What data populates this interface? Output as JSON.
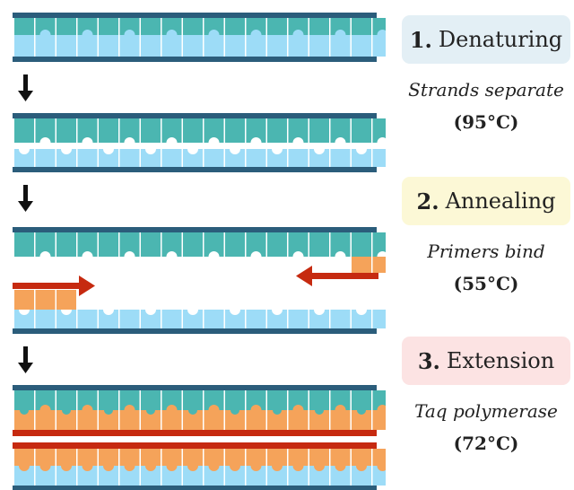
{
  "steps": [
    {
      "number": "1.",
      "name": "Denaturing",
      "description": "Strands separate",
      "temperature": "(95°C)",
      "color": "#e3eff5"
    },
    {
      "number": "2.",
      "name": "Annealing",
      "description": "Primers bind",
      "temperature": "(55°C)",
      "color": "#fcf8d6"
    },
    {
      "number": "3.",
      "name": "Extension",
      "description": "Taq polymerase",
      "temperature": "(72°C)",
      "color": "#fce3e3"
    }
  ],
  "colors": {
    "backbone": "#2b5d7b",
    "template_base_top": "#4bb6b1",
    "template_base_bottom": "#9ddcf7",
    "new_base": "#f5a35a",
    "primer": "#c62a10",
    "arrow": "#111111"
  },
  "bases": {
    "top": [
      "sq",
      "notch",
      "sq",
      "notch",
      "sq",
      "notch",
      "sq",
      "notch",
      "sq",
      "notch",
      "sq",
      "notch",
      "sq",
      "notch",
      "sq",
      "notch",
      "sq",
      "notch",
      "sq",
      "notch",
      "sq"
    ],
    "bottom": [
      "bump",
      "sq",
      "bump",
      "sq",
      "bump",
      "sq",
      "bump",
      "sq",
      "bump",
      "sq",
      "bump",
      "sq",
      "bump",
      "sq",
      "bump",
      "sq",
      "bump",
      "sq",
      "bump",
      "sq",
      "bump"
    ]
  }
}
